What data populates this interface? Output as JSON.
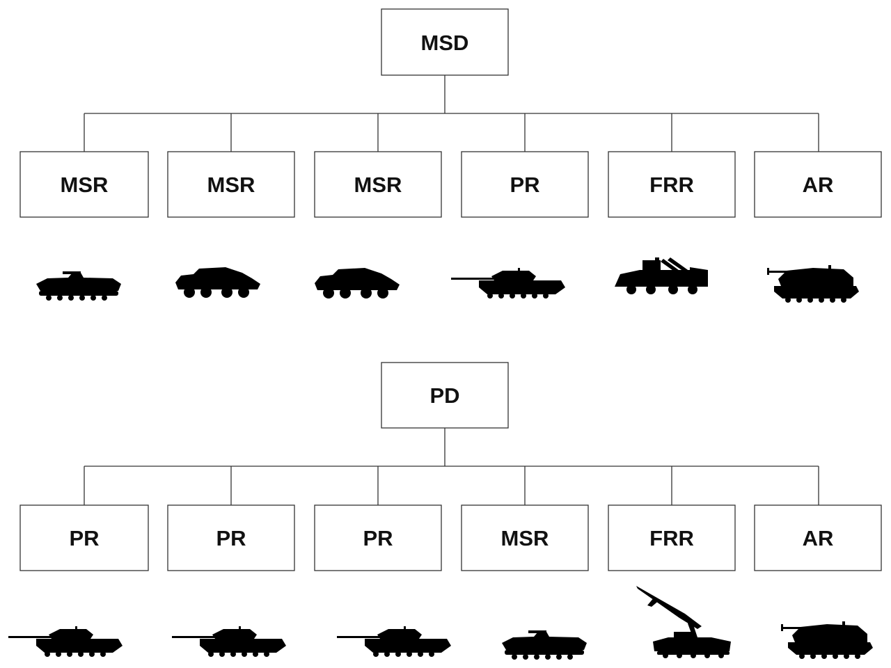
{
  "colors": {
    "box_stroke": "#333333",
    "text": "#111111",
    "silhouette": "#000000",
    "background": "#ffffff"
  },
  "charts": [
    {
      "root": "MSD",
      "units": [
        {
          "label": "MSR",
          "vehicle_icon": "ifv-tracked-icon"
        },
        {
          "label": "MSR",
          "vehicle_icon": "apc-wheeled-icon"
        },
        {
          "label": "MSR",
          "vehicle_icon": "apc-wheeled-icon"
        },
        {
          "label": "PR",
          "vehicle_icon": "tank-icon"
        },
        {
          "label": "FRR",
          "vehicle_icon": "sam-wheeled-icon"
        },
        {
          "label": "AR",
          "vehicle_icon": "self-propelled-howitzer-icon"
        }
      ]
    },
    {
      "root": "PD",
      "units": [
        {
          "label": "PR",
          "vehicle_icon": "tank-icon"
        },
        {
          "label": "PR",
          "vehicle_icon": "tank-icon"
        },
        {
          "label": "PR",
          "vehicle_icon": "tank-icon"
        },
        {
          "label": "MSR",
          "vehicle_icon": "ifv-tracked-icon"
        },
        {
          "label": "FRR",
          "vehicle_icon": "sam-launcher-icon"
        },
        {
          "label": "AR",
          "vehicle_icon": "self-propelled-howitzer-icon"
        }
      ]
    }
  ]
}
